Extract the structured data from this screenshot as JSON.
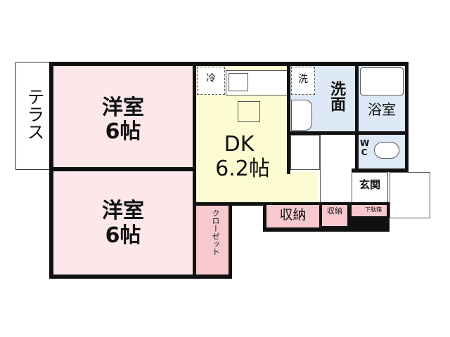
{
  "rooms": {
    "terrace": "テラス",
    "western1": {
      "name": "洋室",
      "size": "6帖"
    },
    "western2": {
      "name": "洋室",
      "size": "6帖"
    },
    "dk": {
      "name": "DK",
      "size": "6.2帖"
    },
    "closet": "クローゼット",
    "washroom": "洗面",
    "washer": "洗",
    "fridge": "冷",
    "bath": "浴室",
    "wc": "WC",
    "entrance": "玄関",
    "storage1": "収納",
    "storage2": "収納",
    "shoebox": "下駄箱"
  },
  "colors": {
    "western": "#fce8ea",
    "dk": "#fdfbd2",
    "wet": "#dde9f7",
    "storage": "#f7c9cf"
  }
}
